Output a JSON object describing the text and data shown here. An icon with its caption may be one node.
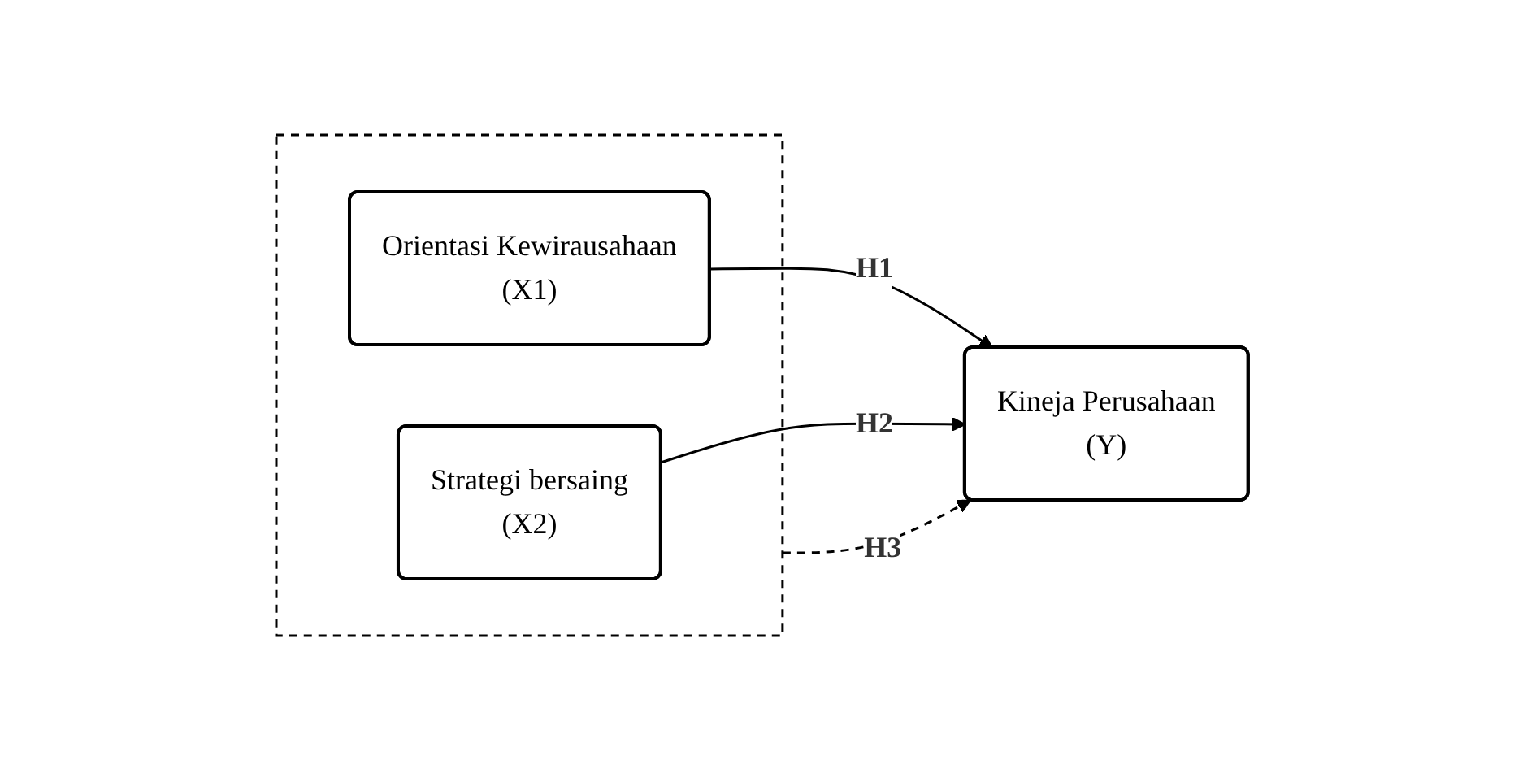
{
  "diagram": {
    "nodes": [
      {
        "text": [],
        "shape": "box"
      },
      {
        "text": [
          "Orientasi Kewirausahaan",
          "(X1)"
        ],
        "in": 0
      },
      {
        "text": [
          "Strategi bersaing",
          "(X2)"
        ],
        "in": 0
      },
      {
        "text": [
          "Kineja Perusahaan",
          "(Y)"
        ]
      }
    ],
    "edges": [
      {
        "from": 1,
        "to": 3,
        "arrow": "to",
        "label": "H1"
      },
      {
        "from": 2,
        "to": 3,
        "arrow": "to",
        "label": "H2"
      },
      {
        "from": 0,
        "to": 3,
        "arrow": "to",
        "label": "H3",
        "style": "dashed"
      }
    ]
  }
}
